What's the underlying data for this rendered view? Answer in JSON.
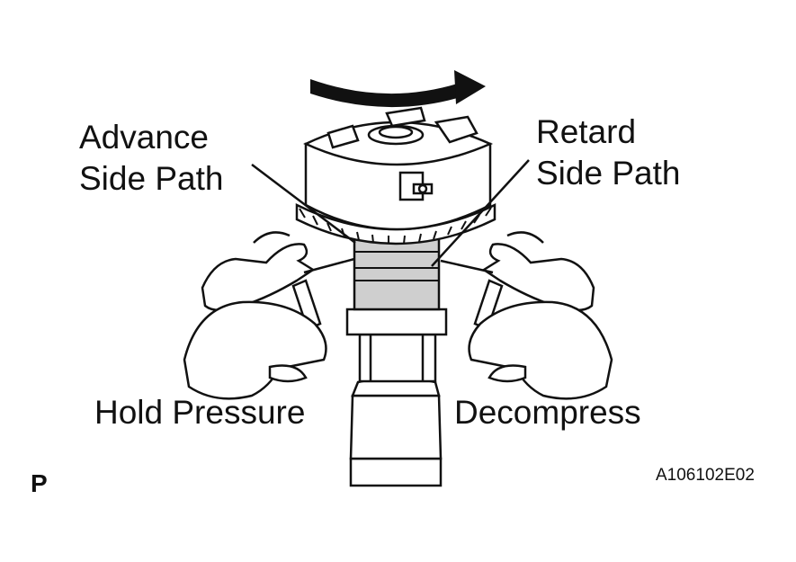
{
  "labels": {
    "advance_line1": "Advance",
    "advance_line2": "Side Path",
    "retard_line1": "Retard",
    "retard_line2": "Side Path",
    "hold": "Hold Pressure",
    "decompress": "Decompress",
    "page_letter": "P",
    "figure_code": "A106102E02"
  },
  "colors": {
    "ink": "#111111",
    "gray_band": "#cfcfcf",
    "background": "#ffffff"
  },
  "icons": {
    "rotation": "rotation-arrow-icon",
    "air_gun_left": "air-gun-icon",
    "air_gun_right": "air-gun-icon"
  }
}
